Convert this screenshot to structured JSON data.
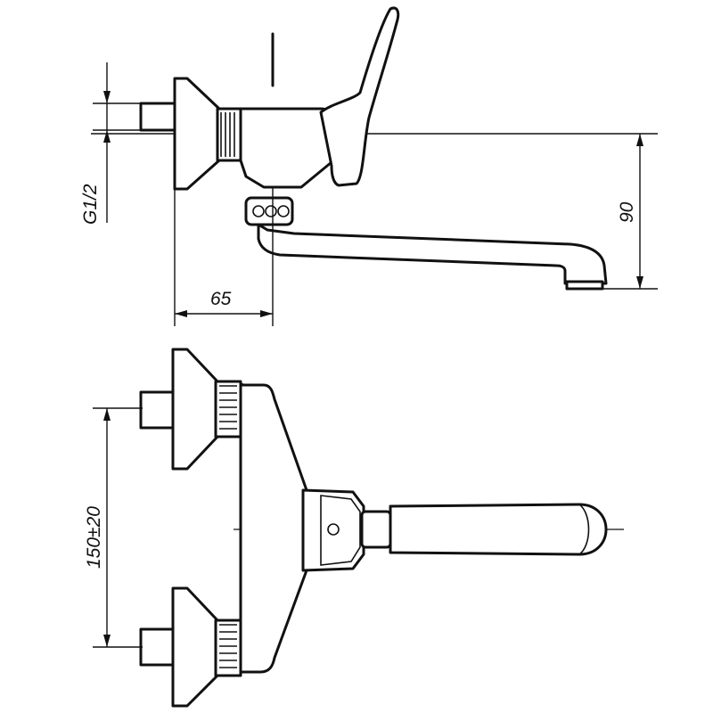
{
  "dimensions": {
    "thread": "G1/2",
    "depth": "65",
    "spout_height": "90",
    "inlet_spacing": "150±20"
  },
  "colors": {
    "line": "#111111",
    "background": "#ffffff"
  }
}
